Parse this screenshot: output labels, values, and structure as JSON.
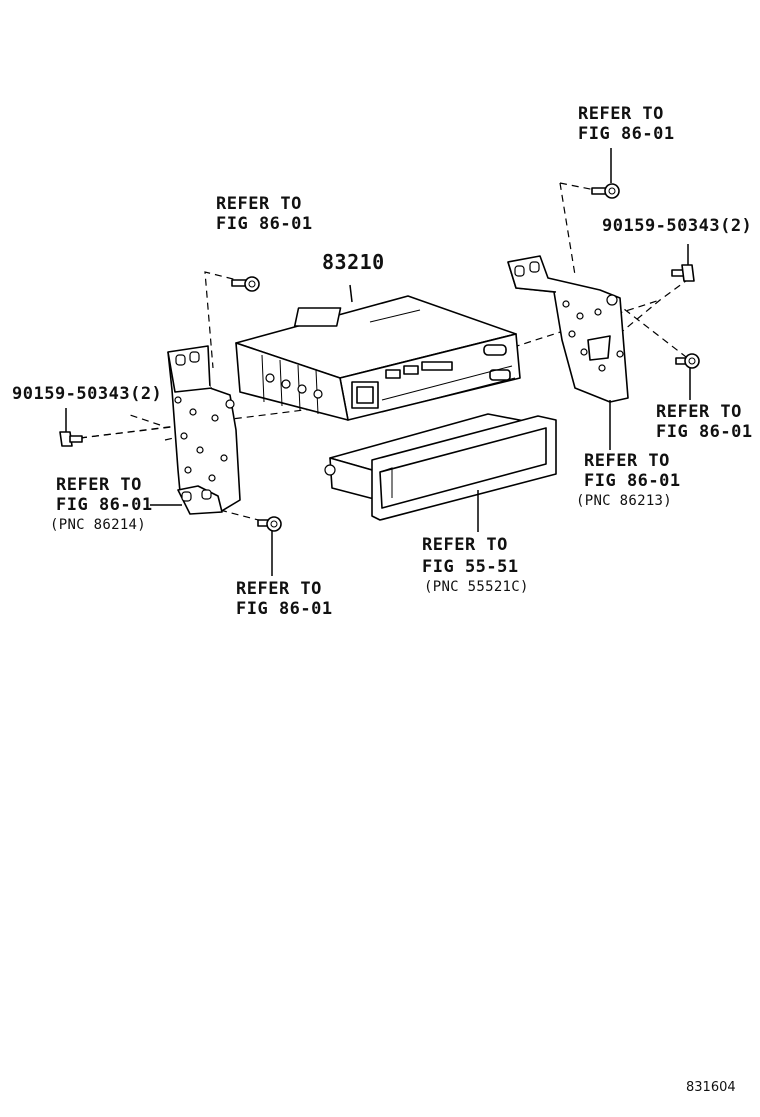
{
  "labels": {
    "refer_top_right_1": "REFER TO",
    "refer_top_right_2": "FIG 86-01",
    "refer_top_left_1": "REFER TO",
    "refer_top_left_2": "FIG 86-01",
    "part_radio": "83210",
    "bolt_right": "90159-50343(2)",
    "bolt_left": "90159-50343(2)",
    "refer_right_screw_1": "REFER TO",
    "refer_right_screw_2": "FIG 86-01",
    "refer_left_bracket_1": "REFER TO",
    "refer_left_bracket_2": "FIG 86-01",
    "pnc_left_bracket": "(PNC 86214)",
    "refer_right_bracket_1": "REFER TO",
    "refer_right_bracket_2": "FIG 86-01",
    "pnc_right_bracket": "(PNC 86213)",
    "refer_pocket_1": "REFER TO",
    "refer_pocket_2": "FIG 55-51",
    "pnc_pocket": "(PNC 55521C)",
    "refer_bottom_screw_1": "REFER TO",
    "refer_bottom_screw_2": "FIG 86-01",
    "diagram_code": "831604"
  }
}
